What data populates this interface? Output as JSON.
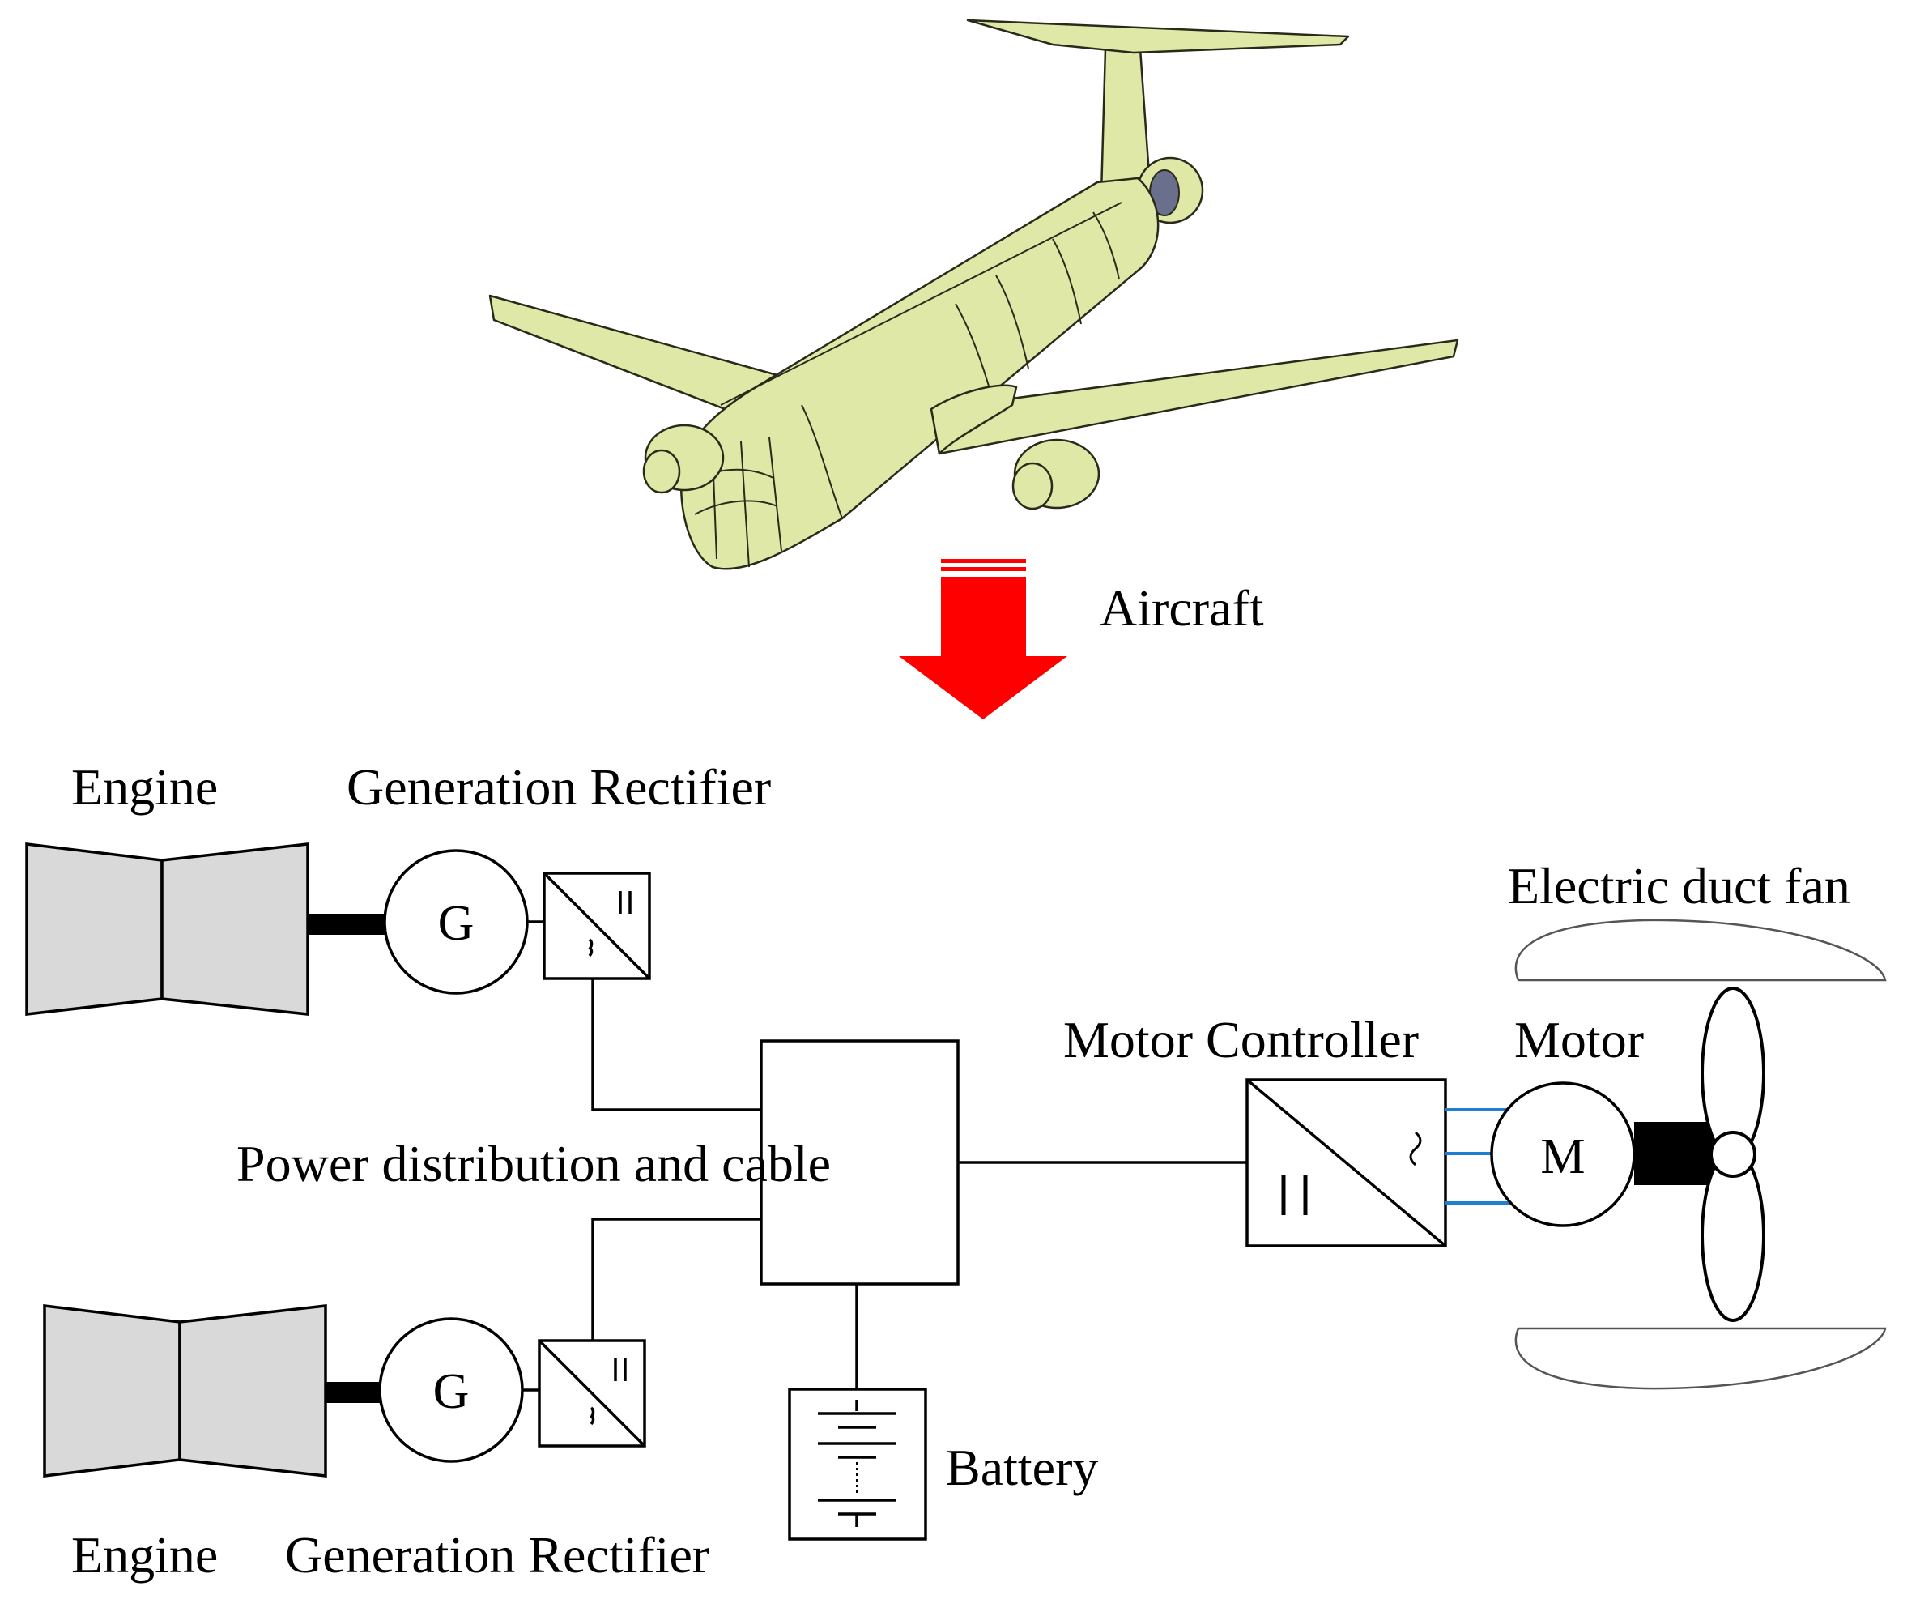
{
  "labels": {
    "aircraft": "Aircraft",
    "engine_top": "Engine",
    "gen_rect_top": "Generation Rectifier",
    "engine_bottom": "Engine",
    "gen_rect_bottom": "Generation Rectifier",
    "power_distribution": "Power distribution and cable",
    "motor_controller": "Motor Controller",
    "motor": "Motor",
    "electric_duct_fan": "Electric duct fan",
    "battery": "Battery"
  },
  "symbols": {
    "generator": "G",
    "motor": "M",
    "dc": "=",
    "ac": "~"
  },
  "colors": {
    "arrow": "#ff0000",
    "aircraft_body": "#dfe8a6",
    "engine_fill": "#d9d9d9",
    "phase_wires": "#1e7fd0"
  }
}
